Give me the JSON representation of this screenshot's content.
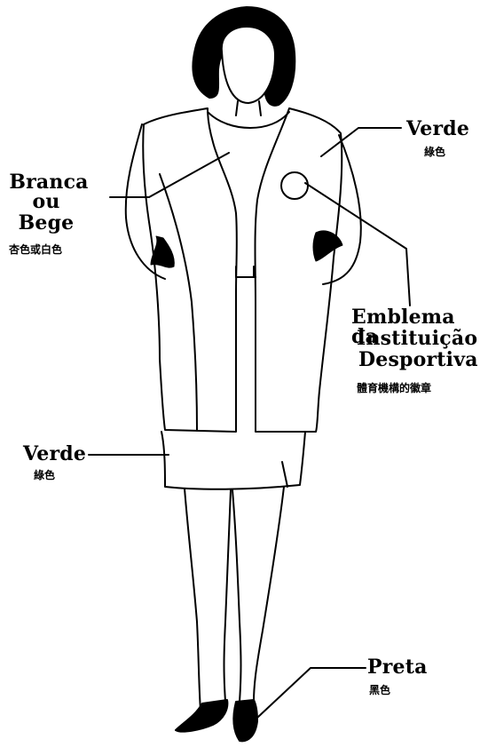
{
  "labels": {
    "jacket": {
      "pt": "Verde",
      "zh": "綠色"
    },
    "blouse": {
      "pt_line1": "Branca",
      "pt_line2": "ou",
      "pt_line3": "Bege",
      "zh": "杏色或白色"
    },
    "emblem": {
      "pt_line1": "Emblema da",
      "pt_line2": "Instituição",
      "pt_line3": "Desportiva",
      "zh": "體育機構的徽章"
    },
    "skirt": {
      "pt": "Verde",
      "zh": "綠色"
    },
    "shoes": {
      "pt": "Preta",
      "zh": "黑色"
    }
  },
  "colors": {
    "ink": "#000000",
    "paper": "#ffffff"
  }
}
